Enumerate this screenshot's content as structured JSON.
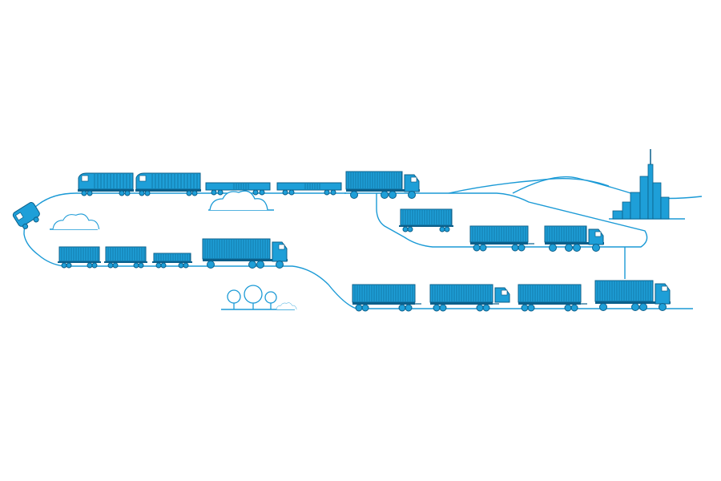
{
  "colors": {
    "line": "#1b9ad6",
    "fill": "#1e9fd8",
    "dark": "#0b5f8a",
    "background": "#ffffff"
  },
  "vehicles": {
    "locomotive_front": "locomotive",
    "locomotives": [
      "locomotive",
      "locomotive"
    ],
    "flatcars": [
      "flatcar",
      "flatcar"
    ],
    "upper_truck": "container-truck",
    "left_wagons": [
      "container-wagon",
      "container-wagon",
      "low-wagon"
    ],
    "left_truck": "container-truck",
    "branch_wagon": "container-wagon",
    "branch_road_train": "road-train",
    "bottom_road_train": "long-road-train"
  },
  "scenery": [
    "clouds",
    "clouds",
    "trees",
    "city-skyline",
    "hills"
  ]
}
